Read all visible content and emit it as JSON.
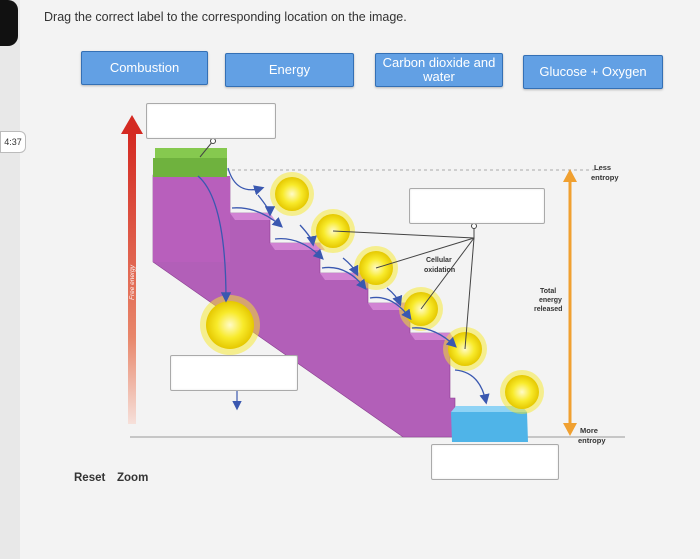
{
  "instruction": "Drag the correct label to the corresponding location on the image.",
  "timer": "4:37",
  "labels": [
    {
      "text": "Combustion"
    },
    {
      "text": "Energy"
    },
    {
      "text": "Carbon dioxide and water"
    },
    {
      "text": "Glucose + Oxygen"
    }
  ],
  "diagram": {
    "free_energy": "Free energy",
    "cellular_oxidation_1": "Cellular",
    "cellular_oxidation_2": "oxidation",
    "less_entropy_1": "Less",
    "less_entropy_2": "entropy",
    "more_entropy_1": "More",
    "more_entropy_2": "entropy",
    "total_energy_1": "Total",
    "total_energy_2": "energy",
    "total_energy_3": "released"
  },
  "controls": {
    "reset": "Reset",
    "zoom": "Zoom"
  },
  "colors": {
    "label_bg": "#62a0e4",
    "stair_purple": "#b25fb8",
    "glucose_green": "#7cbf4a",
    "product_blue": "#4fb4e8",
    "sun_yellow": "#f6e21c",
    "arrow_red": "#d23a2a",
    "arrow_orange": "#f0a030"
  }
}
